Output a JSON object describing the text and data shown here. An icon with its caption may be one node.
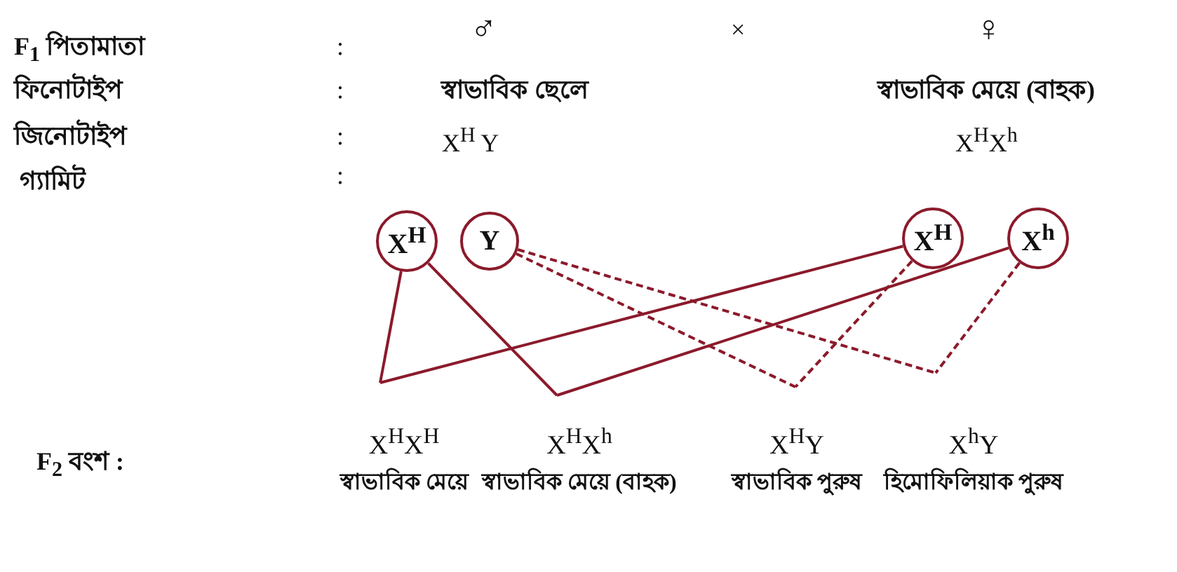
{
  "diagram": {
    "nodes": [
      {
        "text": [
          "X$^{H}$"
        ]
      },
      {
        "text": [
          "Y"
        ]
      },
      {
        "text": [
          "X$^{H}$"
        ]
      },
      {
        "text": [
          "X$^{h}$"
        ]
      },
      {
        "text": [
          "X$^{H}$X$^{H}$",
          "স্বাভাবিক মেয়ে"
        ]
      },
      {
        "text": [
          "X$^{H}$X$^{h}$",
          "স্বাভাবিক মেয়ে (বাহক)"
        ]
      },
      {
        "text": [
          "X$^{H}$Y",
          "স্বাভাবিক পুরুষ"
        ]
      },
      {
        "text": [
          "X$^{h}$Y",
          "হিমোফিলিয়াক পুরুষ"
        ]
      }
    ],
    "edges": [
      {
        "from": 0,
        "to": 4,
        "arrow": "none"
      },
      {
        "from": 2,
        "to": 4,
        "arrow": "none"
      },
      {
        "from": 0,
        "to": 5,
        "arrow": "none"
      },
      {
        "from": 3,
        "to": 5,
        "arrow": "none"
      },
      {
        "from": 1,
        "to": 6,
        "arrow": "none",
        "style": "dashed"
      },
      {
        "from": 2,
        "to": 6,
        "arrow": "none",
        "style": "dashed"
      },
      {
        "from": 1,
        "to": 7,
        "arrow": "none",
        "style": "dashed"
      },
      {
        "from": 3,
        "to": 7,
        "arrow": "none",
        "style": "dashed"
      }
    ],
    "labels": [
      "F$_{1}$ পিতামাতা",
      ":",
      "♂",
      "×",
      "♀",
      "ফিনোটাইপ",
      ":",
      "স্বাভাবিক ছেলে",
      "স্বাভাবিক মেয়ে (বাহক)",
      "জিনোটাইপ",
      ":",
      "X$^{H}$ Y",
      "X$^{H}$X$^{h}$",
      "গ্যামিট",
      ":",
      "F$_{2}$ বংশ :"
    ]
  }
}
